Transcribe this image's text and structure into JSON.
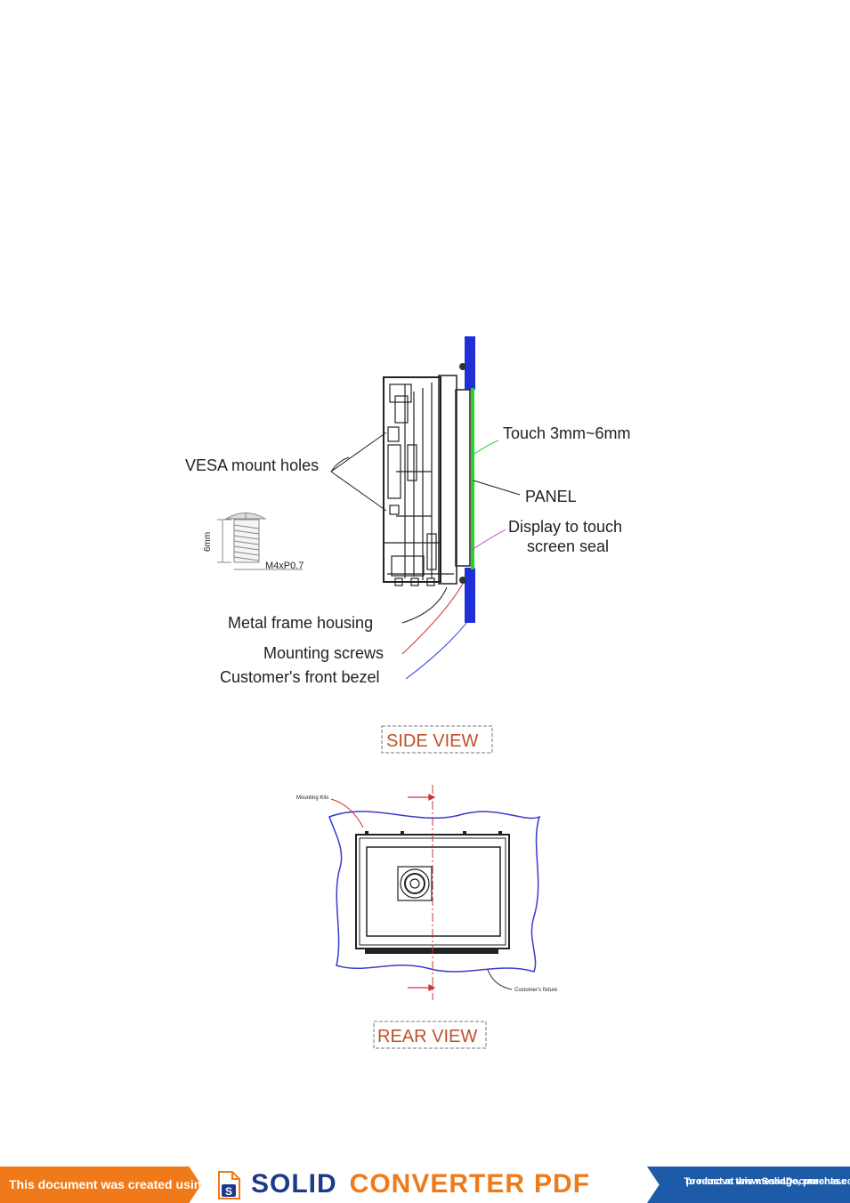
{
  "side_view": {
    "title": "SIDE VIEW",
    "labels": {
      "touch": "Touch 3mm~6mm",
      "vesa": "VESA mount holes",
      "panel": "PANEL",
      "seal_line1": "Display to touch",
      "seal_line2": "screen seal",
      "screw_height": "6mm",
      "screw_thread": "M4xP0.7",
      "metal_frame": "Metal frame housing",
      "mounting_screws": "Mounting screws",
      "front_bezel": "Customer's front bezel"
    }
  },
  "rear_view": {
    "title": "REAR VIEW",
    "labels": {
      "mounting_kits": "Mounting Kits",
      "fixture": "Customer's fixture"
    }
  },
  "banner": {
    "left_text": "This document was created using",
    "brand_solid": "SOLID",
    "brand_converter": "CONVERTER",
    "brand_pdf": "PDF",
    "right_line1": "To remove this message, purchase the",
    "right_line2": "product at www.SolidDocuments.com"
  },
  "colors": {
    "bezel": "#1f2fd6",
    "touch": "#2ad12a",
    "view_title": "#c0502a",
    "banner_orange": "#f07a1a",
    "banner_blue": "#1d5aa8"
  }
}
